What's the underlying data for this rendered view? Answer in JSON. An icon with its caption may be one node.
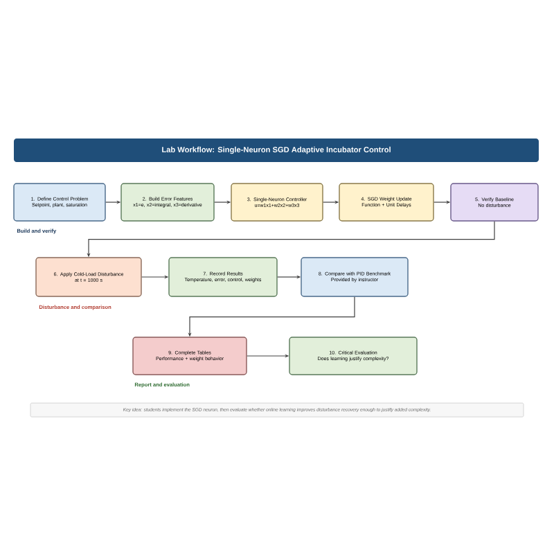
{
  "diagram": {
    "title": "Lab Workflow: Single-Neuron SGD Adaptive Incubator Control",
    "nodes": [
      {
        "text": [
          "1. Define Control Problem",
          "Setpoint, plant, saturation"
        ]
      },
      {
        "text": [
          "2. Build Error Features",
          "x1=e, x2=integral, x3=derivative"
        ]
      },
      {
        "text": [
          "3. Single-Neuron Controller",
          "u=w1x1+w2x2+w3x3"
        ]
      },
      {
        "text": [
          "4. SGD Weight Update",
          "Function + Unit Delays"
        ]
      },
      {
        "text": [
          "5. Verify Baseline",
          "No disturbance"
        ]
      },
      {
        "text": [
          "6. Apply Cold-Load Disturbance",
          "at t = 1000 s"
        ]
      },
      {
        "text": [
          "7. Record Results",
          "Temperature, error, control, weights"
        ]
      },
      {
        "text": [
          "8. Compare with PID Benchmark",
          "Provided by instructor"
        ]
      },
      {
        "text": [
          "9. Complete Tables",
          "Performance + weight behavior"
        ]
      },
      {
        "text": [
          "10. Critical Evaluation",
          "Does learning justify complexity?"
        ]
      }
    ],
    "edges": [
      {
        "from": 0,
        "to": 1,
        "arrow": "to"
      },
      {
        "from": 1,
        "to": 2,
        "arrow": "to"
      },
      {
        "from": 2,
        "to": 3,
        "arrow": "to"
      },
      {
        "from": 3,
        "to": 4,
        "arrow": "to"
      },
      {
        "from": 4,
        "to": 5,
        "arrow": "to"
      },
      {
        "from": 5,
        "to": 6,
        "arrow": "to"
      },
      {
        "from": 6,
        "to": 7,
        "arrow": "to"
      },
      {
        "from": 7,
        "to": 8,
        "arrow": "to"
      },
      {
        "from": 8,
        "to": 9,
        "arrow": "to"
      }
    ],
    "labels": [
      "Build and verify",
      "Disturbance and comparison",
      "Report and evaluation"
    ],
    "caption": "Key idea: students implement the SGD neuron, then evaluate whether online learning improves disturbance recovery enough to justify added complexity."
  }
}
